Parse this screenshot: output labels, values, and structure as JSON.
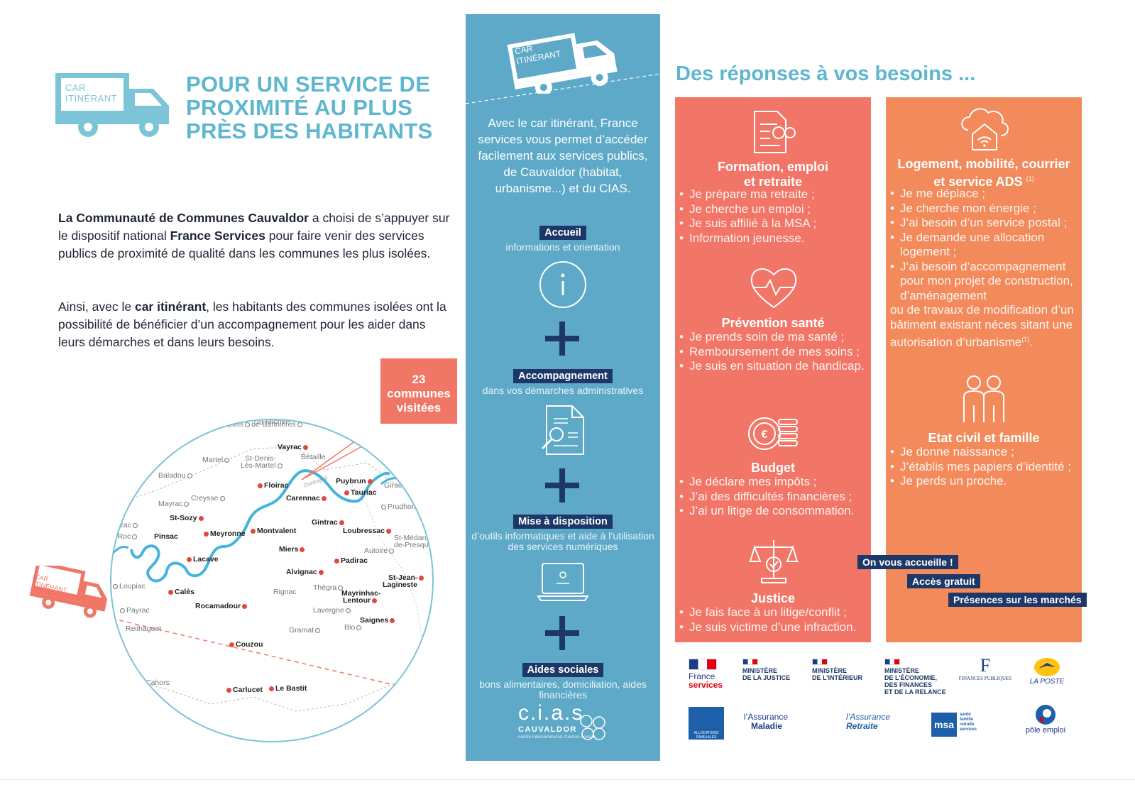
{
  "left": {
    "badge_text_1": "CAR",
    "badge_text_2": "ITINÉRANT",
    "title_line1": "POUR UN SERVICE DE",
    "title_line2": "PROXIMITÉ AU PLUS",
    "title_line3": "PRÈS DES HABITANTS",
    "para1_bold1": "La Communauté de Communes Cauvaldor",
    "para1_text1": " a choisi de s’appuyer sur le dispositif national ",
    "para1_bold2": "France Services",
    "para1_text2": " pour faire venir des services publics de proximité de qualité dans les communes les plus isolées.",
    "para2_text1": "Ainsi, avec le ",
    "para2_bold": "car itinérant",
    "para2_text2": ", les habitants des communes isolées ont la possibilité de bénéficier d’un accompagnement pour les aider dans leurs démarches et dans leurs besoins.",
    "callout_line1": "23",
    "callout_line2": "communes",
    "callout_line3": "visitées",
    "map_badge_1": "CAR",
    "map_badge_2": "ITINÉRANT",
    "river_label": "Dordogne"
  },
  "map_towns": {
    "major": [
      {
        "name": "Vayrac"
      },
      {
        "name": "Floirac"
      },
      {
        "name": "Carennac"
      },
      {
        "name": "Puybrun"
      },
      {
        "name": "Tauriac"
      },
      {
        "name": "St-Sozy"
      },
      {
        "name": "Pinsac"
      },
      {
        "name": "Meyronne"
      },
      {
        "name": "Montvalent"
      },
      {
        "name": "Gintrac"
      },
      {
        "name": "Loubressac"
      },
      {
        "name": "Lacave"
      },
      {
        "name": "Miers"
      },
      {
        "name": "Padirac"
      },
      {
        "name": "Alvignac"
      },
      {
        "name": "St-Jean-"
      },
      {
        "name": "Lagineste"
      },
      {
        "name": "Mayrinhac-"
      },
      {
        "name": "Lentour"
      },
      {
        "name": "Calès"
      },
      {
        "name": "Rocamadour"
      },
      {
        "name": "Saignes"
      },
      {
        "name": "Couzou"
      },
      {
        "name": "Carlucet"
      },
      {
        "name": "Le Bastit"
      }
    ],
    "minor": [
      {
        "name": "St-Michel-"
      },
      {
        "name": "de-Bannières"
      },
      {
        "name": "Strenquels"
      },
      {
        "name": "Martel"
      },
      {
        "name": "St-Denis-"
      },
      {
        "name": "Lès-Martel"
      },
      {
        "name": "Bétaille"
      },
      {
        "name": "Baladou"
      },
      {
        "name": "Girac"
      },
      {
        "name": "Prudhomat"
      },
      {
        "name": "Creysse"
      },
      {
        "name": "Mayrac"
      },
      {
        "name": "Lanzac"
      },
      {
        "name": "Le Roc"
      },
      {
        "name": "St-Médard-"
      },
      {
        "name": "de-Presque"
      },
      {
        "name": "Autoire"
      },
      {
        "name": "Loupiac"
      },
      {
        "name": "Rignac"
      },
      {
        "name": "Thégra"
      },
      {
        "name": "Payrac"
      },
      {
        "name": "Lavergne"
      },
      {
        "name": "Bio"
      },
      {
        "name": "Reilhaguet"
      },
      {
        "name": "Gramat"
      },
      {
        "name": "Cahors"
      }
    ]
  },
  "blue": {
    "badge_text_1": "CAR",
    "badge_text_2": "ITINÉRANT",
    "intro": "Avec le car itinérant, France services vous permet d’accéder facilement aux services publics, de Cauvaldor (habitat, urbanisme...) et du CIAS.",
    "services": [
      {
        "label": "Accueil",
        "desc": "informations et orientation"
      },
      {
        "label": "Accompagnement",
        "desc": "dans vos démarches administratives"
      },
      {
        "label": "Mise à disposition",
        "desc": "d’outils informatiques et aide à l’utilisation des services numériques"
      },
      {
        "label": "Aides sociales",
        "desc": "bons alimentaires, domiciliation, aides financières"
      }
    ],
    "cias_big": "c.i.a.s",
    "cias_small": "CAUVALDOR",
    "cias_tiny": "centre intercommunal d’action sociale"
  },
  "right": {
    "title": "Des réponses à vos besoins ...",
    "formation": {
      "title_1": "Formation, emploi",
      "title_2": "et retraite",
      "items": [
        "Je prépare ma retraite ;",
        "Je cherche un emploi ;",
        "Je suis affilié à la MSA ;",
        "Information jeunesse."
      ]
    },
    "sante": {
      "title": "Prévention santé",
      "items": [
        "Je prends soin de ma santé ;",
        "Remboursement de mes soins ;",
        "Je suis en situation de handicap."
      ]
    },
    "budget": {
      "title": "Budget",
      "items": [
        "Je déclare mes impôts ;",
        "J’ai des difficultés financières ;",
        "J’ai un litige de consommation."
      ]
    },
    "justice": {
      "title": "Justice",
      "items": [
        "Je fais face à un litige/conflit ;",
        "Je suis victime d’une infraction."
      ]
    },
    "logement": {
      "title_1": "Logement, mobilité, courrier",
      "title_2": "et service ADS",
      "title_sup": "(1)",
      "items": [
        "Je me déplace ;",
        "Je cherche mon énergie ;",
        "J’ai besoin d’un service postal ;",
        "Je demande une allocation logement ;",
        "J’ai besoin d’accompagnement pour mon projet de construction, d’aménagement"
      ],
      "cont": "ou de travaux de modification d’un bâtiment existant néces sitant une autorisation d’urbanisme",
      "cont_sup": "(1)",
      "cont_end": "."
    },
    "famille": {
      "title": "Etat civil et famille",
      "items": [
        "Je donne naissance ;",
        "J’établis mes papiers d’identité ;",
        "Je perds un proche."
      ]
    },
    "tags": [
      "On vous accueille !",
      "Accès gratuit",
      "Présences sur les marchés"
    ]
  },
  "logos": {
    "france_services_1": "France",
    "france_services_2": "services",
    "justice_1": "MINISTÈRE",
    "justice_2": "DE LA JUSTICE",
    "interieur_1": "MINISTÈRE",
    "interieur_2": "DE L’INTÉRIEUR",
    "economie_1": "MINISTÈRE",
    "economie_2": "DE L’ÉCONOMIE,",
    "economie_3": "DES FINANCES",
    "economie_4": "ET DE LA RELANCE",
    "finances_publiques": "FINANCES PUBLIQUES",
    "la_poste": "LA POSTE",
    "caf": "ALLOCATIONS FAMILIALES",
    "assurance_maladie_1": "l’Assurance",
    "assurance_maladie_2": "Maladie",
    "assurance_retraite_1": "l’Assurance",
    "assurance_retraite_2": "Retraite",
    "msa_1": "msa",
    "msa_2": "santé",
    "msa_3": "famille",
    "msa_4": "retraite",
    "msa_5": "services",
    "pole_emploi": "pôle emploi"
  },
  "colors": {
    "teal": "#5fb6cf",
    "blue_column": "#5da9c7",
    "navy": "#1d3868",
    "coral": "#f17668",
    "orange": "#f28a5b"
  }
}
